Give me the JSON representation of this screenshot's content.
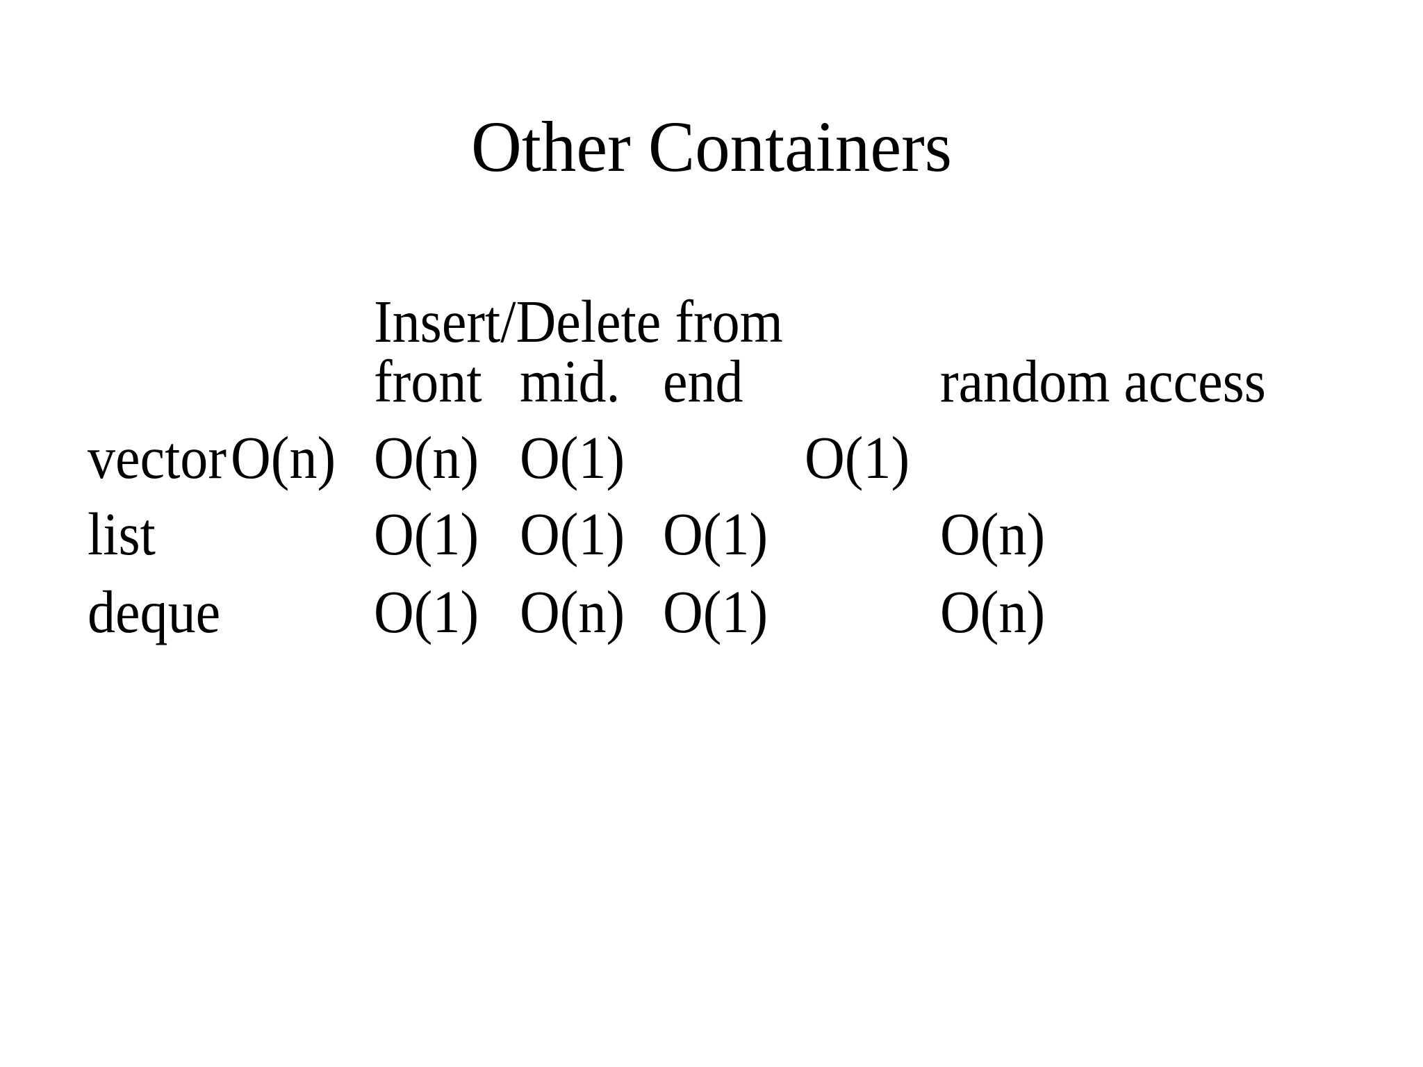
{
  "slide": {
    "title": "Other Containers",
    "table": {
      "group_header": "Insert/Delete from",
      "columns": {
        "front": "front",
        "mid": "mid.",
        "end": "end",
        "random_access": "random access"
      },
      "rows": {
        "vector": {
          "label": "vector",
          "front": "O(n)",
          "mid": "O(n)",
          "end": "O(1)",
          "random_access": "O(1)"
        },
        "list": {
          "label": "list",
          "front": "O(1)",
          "mid": "O(1)",
          "end": "O(1)",
          "random_access": "O(n)"
        },
        "deque": {
          "label": "deque",
          "front": "O(1)",
          "mid": "O(n)",
          "end": "O(1)",
          "random_access": "O(n)"
        }
      }
    },
    "colors": {
      "background": "#ffffff",
      "text": "#000000"
    }
  }
}
